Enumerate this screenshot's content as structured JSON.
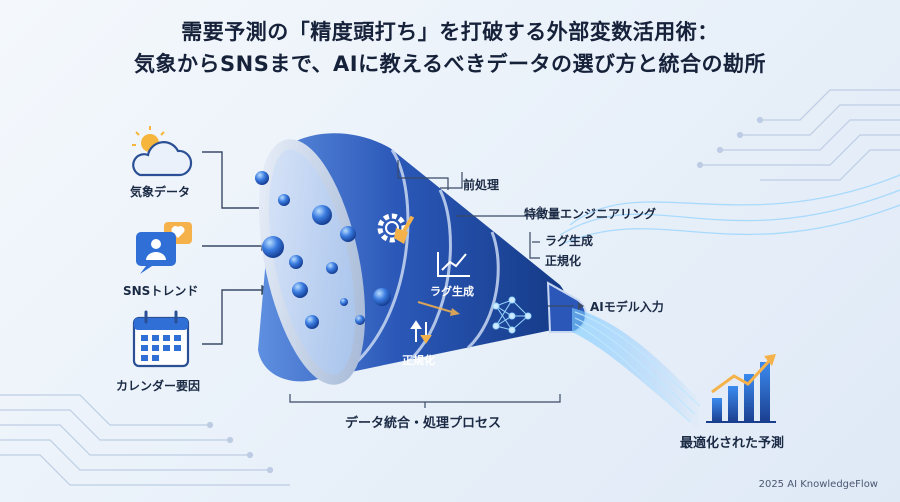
{
  "title": {
    "line1": "需要予測の「精度頭打ち」を打破する外部変数活用術：",
    "line2": "気象からSNSまで、AIに教えるべきデータの選び方と統合の勘所"
  },
  "inputs": {
    "weather": "気象データ",
    "sns": "SNSトレンド",
    "calendar": "カレンダー要因"
  },
  "stages": {
    "preprocessing": "前処理",
    "feature_engineering": "特徴量エンジニアリング",
    "lag_generation": "ラグ生成",
    "normalization": "正規化",
    "ai_model_input": "AIモデル入力"
  },
  "funnel_labels": {
    "lag": "ラグ生成",
    "norm": "正規化"
  },
  "process_label": "データ統合・処理プロセス",
  "output_label": "最適化された予測",
  "footer": "2025 AI KnowledgeFlow",
  "colors": {
    "accent": "#2f6fd6",
    "dark_blue": "#1b3f8f",
    "glow": "#7fd0ff"
  }
}
